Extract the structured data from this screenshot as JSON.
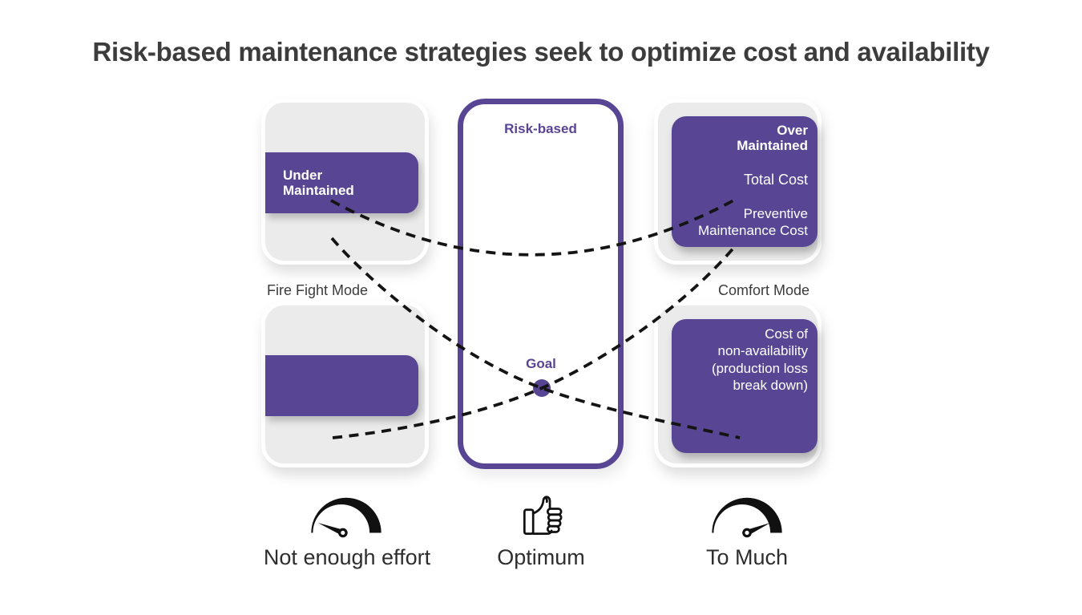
{
  "title": "Risk-based maintenance strategies seek to optimize cost and availability",
  "colors": {
    "purple": "#584593",
    "panel_gray": "#ebebeb",
    "dash_black": "#141414",
    "title_ink": "#3c3c3c",
    "caption_ink": "#3b3b3b"
  },
  "left_column": {
    "under_maintained_label": "Under\nMaintained",
    "caption": "Fire Fight Mode"
  },
  "middle_column": {
    "heading": "Risk-based",
    "goal_label": "Goal"
  },
  "right_column": {
    "over_maintained_label": "Over\nMaintained",
    "total_cost_label": "Total Cost",
    "preventive_label": "Preventive\nMaintenance Cost",
    "caption": "Comfort Mode",
    "non_availability_label": "Cost of\nnon-availability\n(production loss\nbreak down)"
  },
  "legend": {
    "items": [
      {
        "icon": "gauge-low-icon",
        "label": "Not enough effort"
      },
      {
        "icon": "thumbs-up-icon",
        "label": "Optimum"
      },
      {
        "icon": "gauge-high-icon",
        "label": "To Much"
      }
    ]
  }
}
